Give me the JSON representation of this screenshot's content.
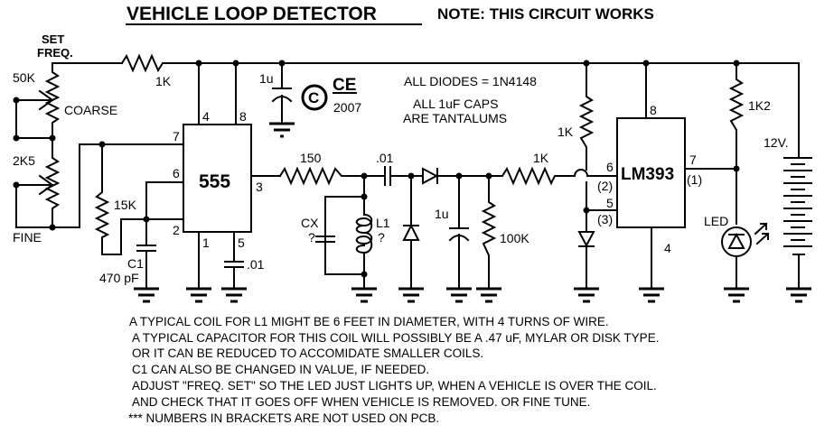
{
  "title": "VEHICLE LOOP DETECTOR",
  "subtitle": "NOTE: THIS CIRCUIT WORKS",
  "colors": {
    "ink": "#000000",
    "background": "#ffffff"
  },
  "labels": {
    "set_freq_1": "SET",
    "set_freq_2": "FREQ.",
    "pot_coarse_value": "50K",
    "pot_coarse_name": "COARSE",
    "pot_fine_value": "2K5",
    "pot_fine_name": "FINE",
    "r_series": "1K",
    "r_15k": "15K",
    "c1_name": "C1",
    "c1_value": "470 pF",
    "timer_chip": "555",
    "timer_pins": {
      "p4": "4",
      "p8": "8",
      "p7": "7",
      "p6": "6",
      "p2": "2",
      "p3": "3",
      "p1": "1",
      "p5": "5"
    },
    "c_pin5": ".01",
    "c_supply": "1u",
    "copyright_mark": "C",
    "ce_mark": "CE",
    "year": "2007",
    "note_diodes": "ALL DIODES = 1N4148",
    "note_caps_1": "ALL 1uF CAPS",
    "note_caps_2": "ARE TANTALUMS",
    "r_150": "150",
    "c_coupling": ".01",
    "cx_name": "CX",
    "cx_value": "?",
    "l1_name": "L1",
    "l1_value": "?",
    "c_filter": "1u",
    "r_100k": "100K",
    "r_input": "1K",
    "r_ref": "1K",
    "comparator_chip": "LM393",
    "comp_pins": {
      "p8": "8",
      "p6": "6",
      "p6b": "(2)",
      "p5": "5",
      "p5b": "(3)",
      "p7": "7",
      "p7b": "(1)",
      "p4": "4"
    },
    "r_led": "1K2",
    "led": "LED",
    "battery": "12V."
  },
  "notes": [
    "A TYPICAL COIL FOR L1 MIGHT BE 6 FEET IN DIAMETER, WITH 4 TURNS OF WIRE.",
    "A TYPICAL CAPACITOR FOR THIS COIL WILL POSSIBLY BE A .47 uF, MYLAR OR DISK TYPE.",
    "OR IT CAN BE REDUCED TO ACCOMIDATE SMALLER COILS.",
    "C1 CAN ALSO BE CHANGED IN VALUE, IF NEEDED.",
    "ADJUST \"FREQ. SET\" SO THE LED JUST LIGHTS UP, WHEN A VEHICLE IS OVER THE COIL.",
    "AND CHECK THAT IT GOES OFF WHEN VEHICLE IS REMOVED.   OR FINE TUNE.",
    "*** NUMBERS IN BRACKETS ARE NOT USED ON PCB."
  ]
}
